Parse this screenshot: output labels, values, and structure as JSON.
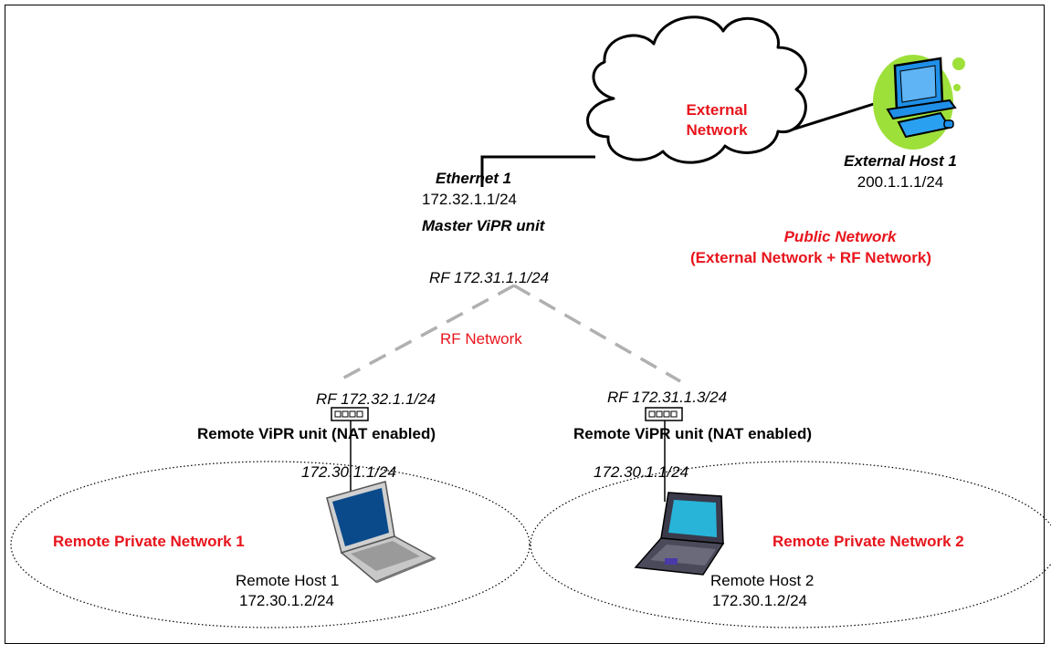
{
  "external_network": {
    "line1": "External",
    "line2": "Network"
  },
  "external_host": {
    "name": "External Host 1",
    "ip": "200.1.1.1/24"
  },
  "master": {
    "interface": "Ethernet 1",
    "ip": "172.32.1.1/24",
    "name": "Master ViPR unit",
    "rf": "RF 172.31.1.1/24"
  },
  "public_network": {
    "title": "Public Network",
    "subtitle": "(External Network + RF Network)"
  },
  "rf_network": "RF Network",
  "remote1": {
    "rf": "RF 172.32.1.1/24",
    "name": "Remote ViPR unit (NAT enabled)",
    "lan": "172.30.1.1/24"
  },
  "remote2": {
    "rf": "RF 172.31.1.3/24",
    "name": "Remote ViPR unit (NAT enabled)",
    "lan": "172.30.1.1/24"
  },
  "private1": {
    "name": "Remote Private Network 1",
    "host": "Remote Host 1",
    "ip": "172.30.1.2/24"
  },
  "private2": {
    "name": "Remote Private Network 2",
    "host": "Remote Host 2",
    "ip": "172.30.1.2/24"
  },
  "colors": {
    "accent_red": "#e8141c",
    "rf_dash": "#b0b0b0",
    "cloud_fill": "#ffffff",
    "host_glow": "#9ee03a",
    "monitor_blue": "#1f8fe8"
  },
  "icons": {
    "cloud": "cloud-icon",
    "desktop": "desktop-computer-icon",
    "router": "vipr-router-icon",
    "laptop": "laptop-icon"
  }
}
